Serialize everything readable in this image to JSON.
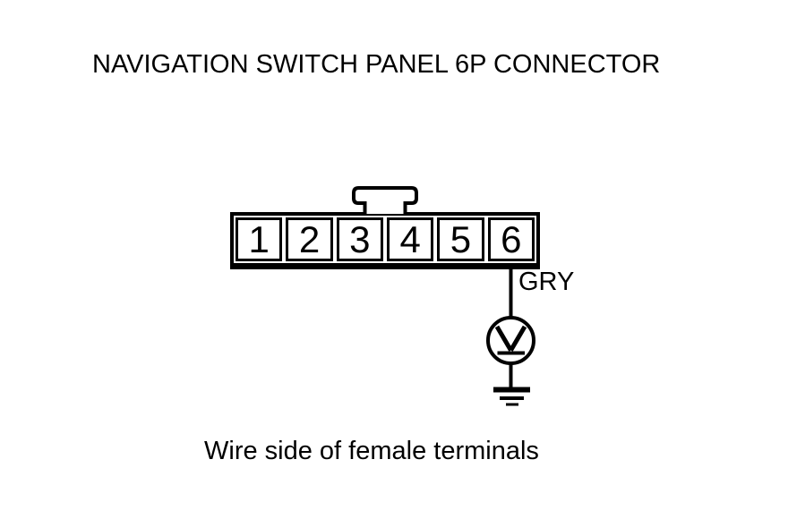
{
  "title": "NAVIGATION SWITCH PANEL 6P CONNECTOR",
  "connector": {
    "terminals": [
      "1",
      "2",
      "3",
      "4",
      "5",
      "6"
    ],
    "wire": {
      "terminal": "6",
      "color_code": "GRY"
    }
  },
  "meter": {
    "symbol": "V"
  },
  "caption": "Wire side of female terminals",
  "colors": {
    "line": "#000000",
    "background": "#ffffff",
    "text": "#000000"
  }
}
